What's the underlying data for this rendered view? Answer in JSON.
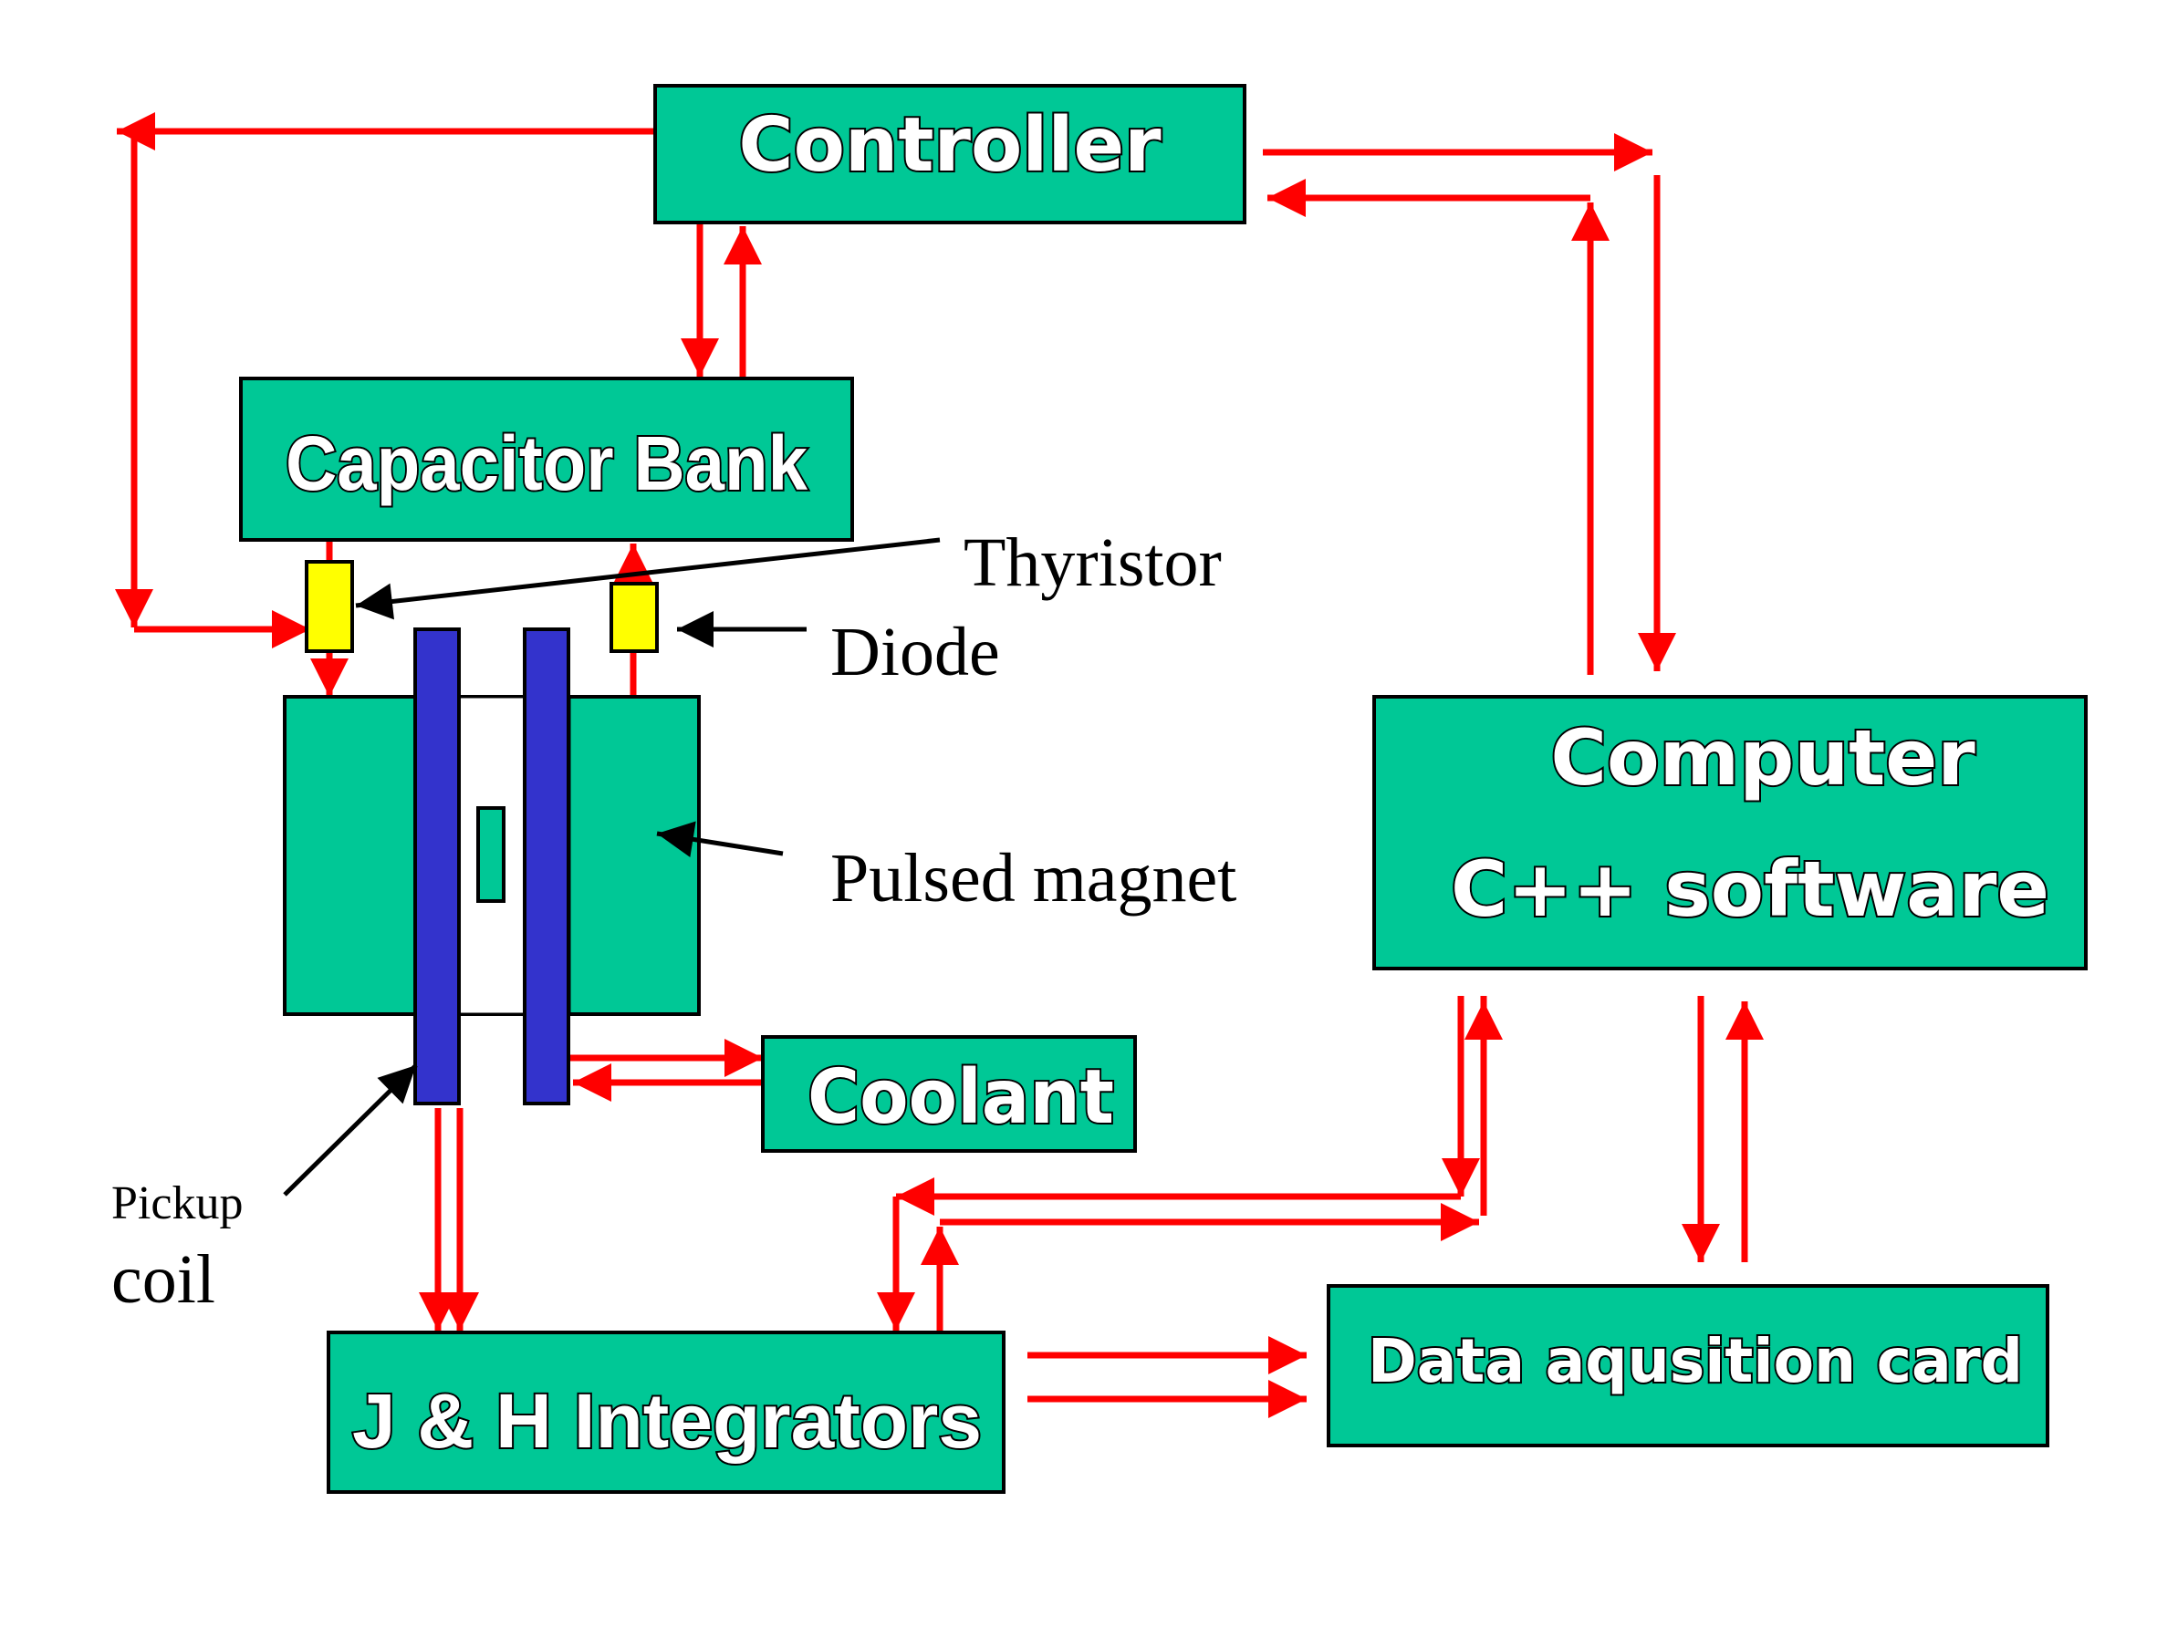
{
  "colors": {
    "box_fill": "#00c896",
    "box_stroke": "#000000",
    "arrow": "#ff0000",
    "coil": "#3333cc",
    "component": "#ffff00",
    "pointer": "#000000"
  },
  "blocks": {
    "controller": "Controller",
    "capacitor_bank": "Capacitor Bank",
    "computer_line1": "Computer",
    "computer_line2": "C++ software",
    "coolant": "Coolant",
    "integrators": "J & H Integrators",
    "daq_card": "Data aqusition card"
  },
  "callouts": {
    "thyristor": "Thyristor",
    "diode": "Diode",
    "pulsed_magnet": "Pulsed magnet",
    "pickup_line1": "Pickup",
    "pickup_line2": "coil"
  }
}
